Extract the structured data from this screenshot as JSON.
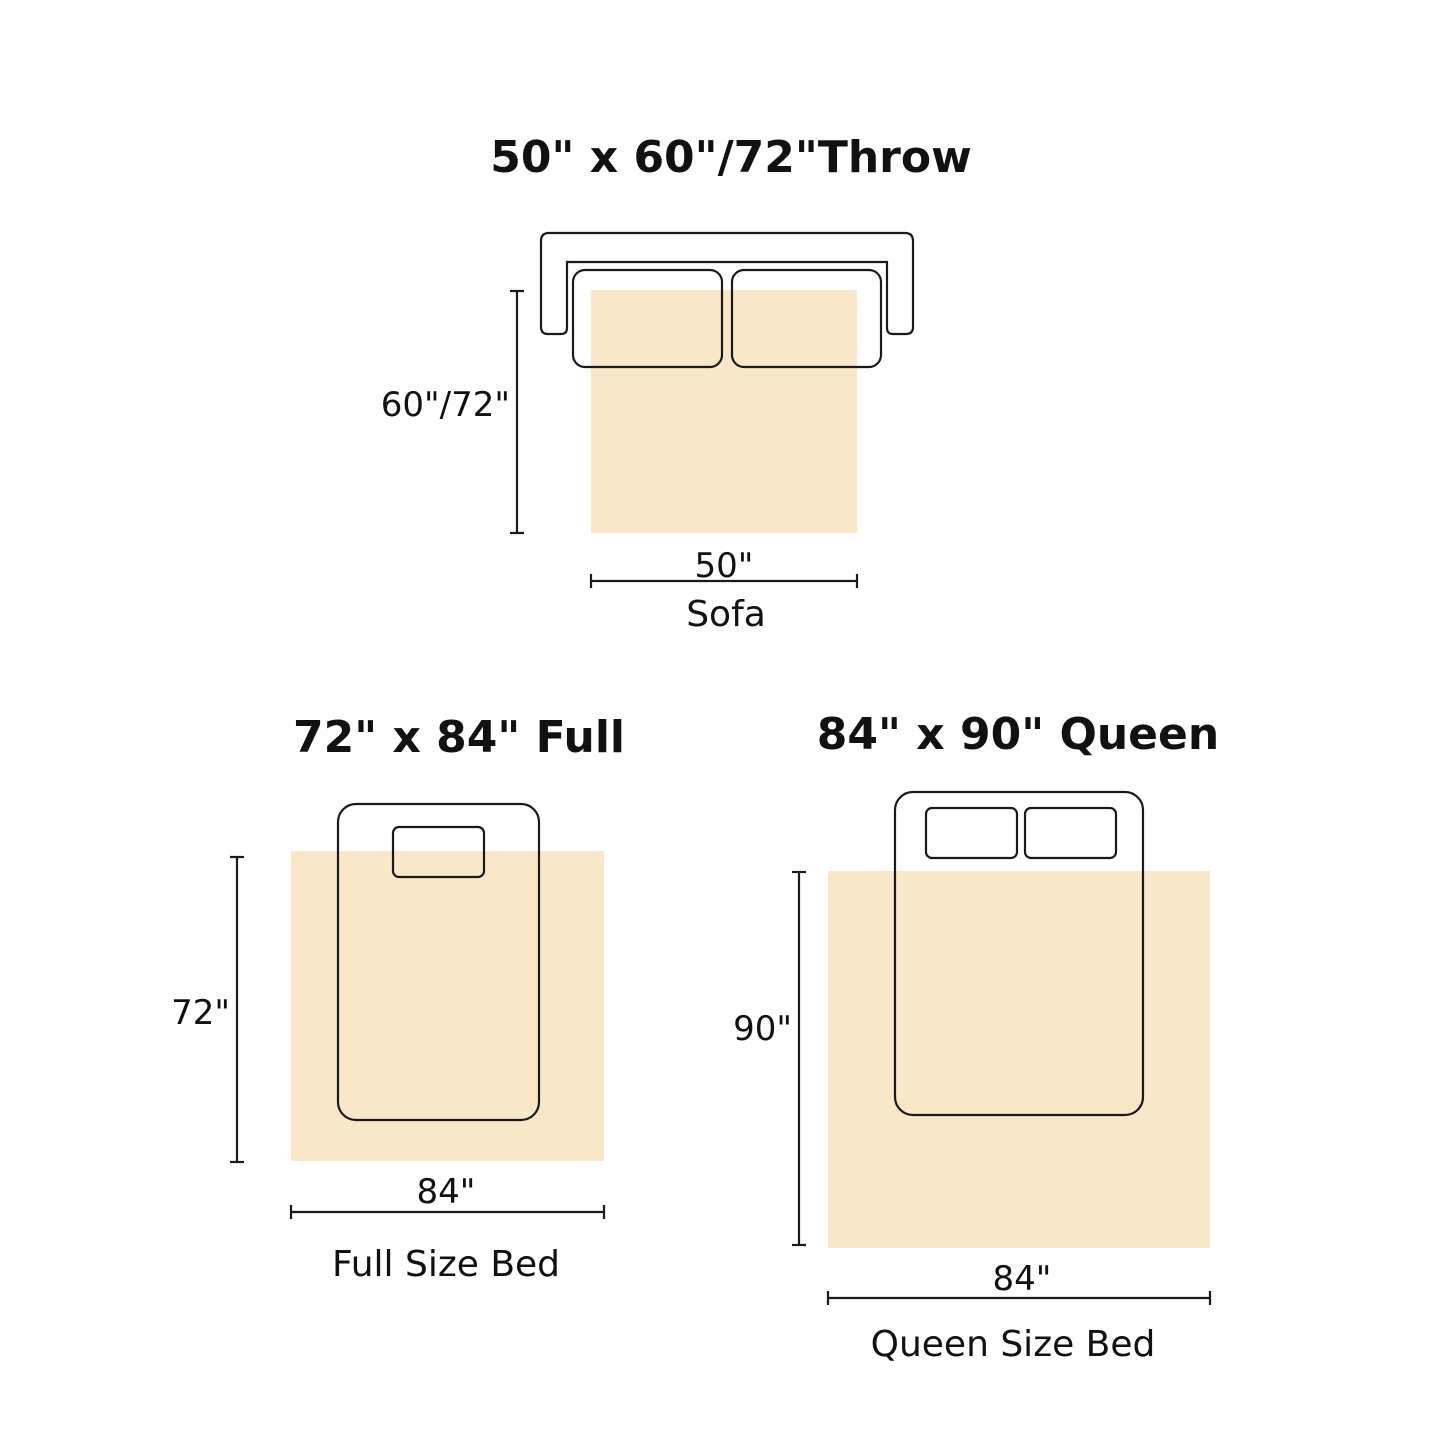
{
  "colors": {
    "blanket_fill": "#f9e7c9",
    "outline": "#1a1a1a",
    "text": "#111111",
    "background": "#ffffff"
  },
  "throw": {
    "title": "50\" x 60\"/72\"Throw",
    "height_label": "60\"/72\"",
    "width_label": "50\"",
    "caption": "Sofa"
  },
  "full": {
    "title": "72\" x 84\" Full",
    "height_label": "72\"",
    "width_label": "84\"",
    "caption": "Full Size Bed"
  },
  "queen": {
    "title": "84\" x 90\" Queen",
    "height_label": "90\"",
    "width_label": "84\"",
    "caption": "Queen Size Bed"
  }
}
